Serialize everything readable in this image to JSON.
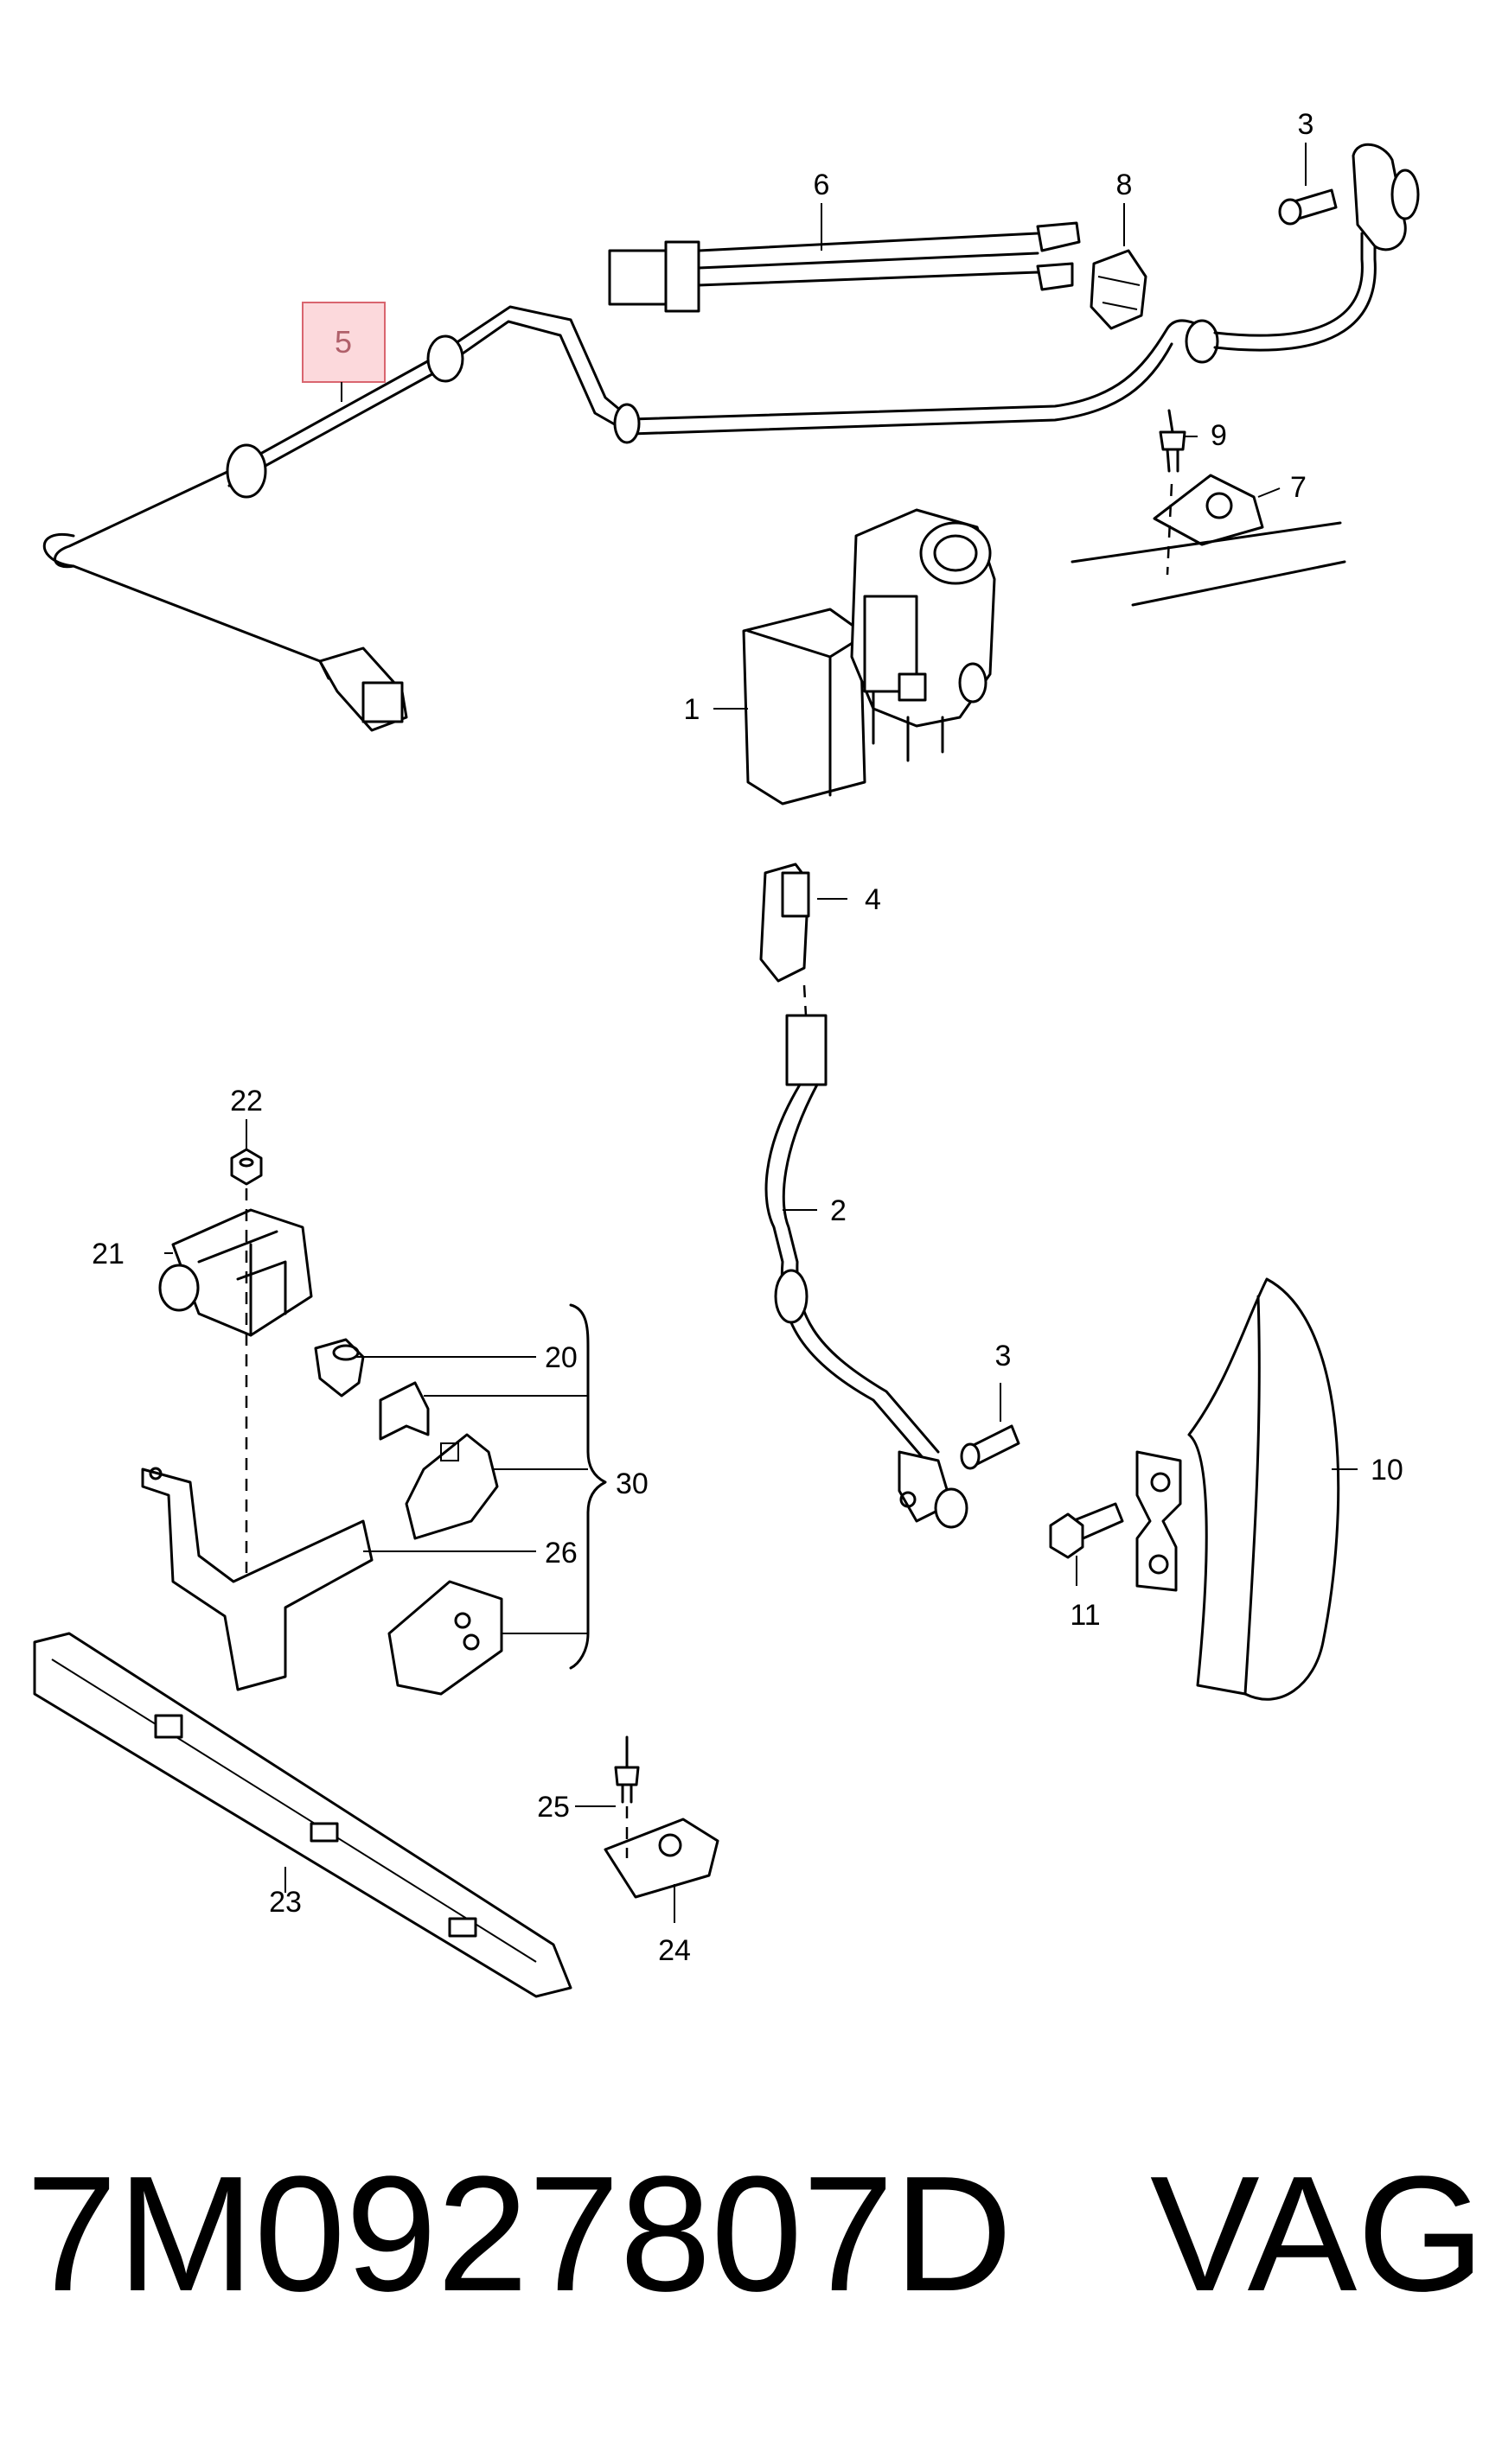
{
  "diagram": {
    "highlighted_part": "5",
    "callouts": [
      {
        "id": "c1",
        "text": "1"
      },
      {
        "id": "c2",
        "text": "2"
      },
      {
        "id": "c3a",
        "text": "3"
      },
      {
        "id": "c3b",
        "text": "3"
      },
      {
        "id": "c4",
        "text": "4"
      },
      {
        "id": "c5",
        "text": "5"
      },
      {
        "id": "c6",
        "text": "6"
      },
      {
        "id": "c7",
        "text": "7"
      },
      {
        "id": "c8",
        "text": "8"
      },
      {
        "id": "c9",
        "text": "9"
      },
      {
        "id": "c10",
        "text": "10"
      },
      {
        "id": "c11",
        "text": "11"
      },
      {
        "id": "c20",
        "text": "20"
      },
      {
        "id": "c21",
        "text": "21"
      },
      {
        "id": "c22",
        "text": "22"
      },
      {
        "id": "c23",
        "text": "23"
      },
      {
        "id": "c24",
        "text": "24"
      },
      {
        "id": "c25",
        "text": "25"
      },
      {
        "id": "c26",
        "text": "26"
      },
      {
        "id": "c30",
        "text": "30"
      }
    ]
  },
  "footer": {
    "part_number": "7M0927807D",
    "brand": "VAG"
  },
  "colors": {
    "highlight_fill": "#fcd9dc",
    "highlight_stroke": "#d9656f",
    "line": "#000000"
  }
}
